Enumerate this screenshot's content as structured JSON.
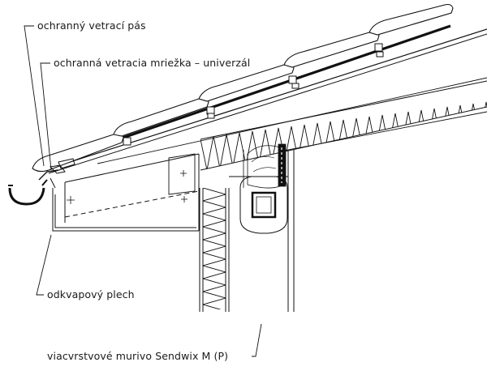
{
  "labels": {
    "ventilation_strip": "ochranný vetrací pás",
    "ventilation_grille": "ochranná vetracia mriežka – univerzál",
    "eaves_flashing": "odkvapový plech",
    "masonry": "viacvrstvové murivo Sendwix M (P)"
  },
  "colors": {
    "line": "#1a1a1a",
    "roof_layer": "#111111"
  }
}
